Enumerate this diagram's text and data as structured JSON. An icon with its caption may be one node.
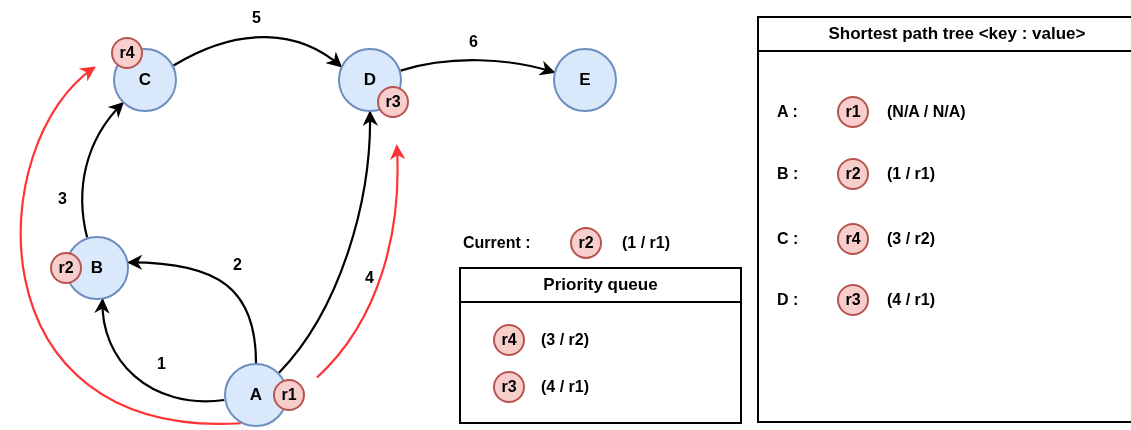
{
  "diagram": {
    "nodes": [
      {
        "text": [
          "C"
        ]
      },
      {
        "text": [
          "r4"
        ]
      },
      {
        "text": [
          "D"
        ]
      },
      {
        "text": [
          "r3"
        ]
      },
      {
        "text": [
          "E"
        ]
      },
      {
        "text": [
          "B"
        ]
      },
      {
        "text": [
          "r2"
        ]
      },
      {
        "text": [
          "A"
        ]
      },
      {
        "text": [
          "r1"
        ]
      },
      {
        "text": [
          "r2"
        ],
        "beside": [
          "(1 / r1)"
        ]
      },
      {
        "text": [
          "Priority queue"
        ]
      },
      {
        "text": [
          "r4"
        ],
        "in": 10,
        "beside": [
          "(3 / r2)"
        ]
      },
      {
        "text": [
          "r3"
        ],
        "in": 10,
        "beside": [
          "(4 / r1)"
        ]
      },
      {
        "text": [
          "Shortest path tree <key : value>"
        ]
      },
      {
        "text": [
          "r1"
        ],
        "in": 13,
        "beside": [
          "(N/A / N/A)"
        ]
      },
      {
        "text": [
          "r2"
        ],
        "in": 13,
        "beside": [
          "(1 / r1)"
        ]
      },
      {
        "text": [
          "r4"
        ],
        "in": 13,
        "beside": [
          "(3 / r2)"
        ]
      },
      {
        "text": [
          "r3"
        ],
        "in": 13,
        "beside": [
          "(4 / r1)"
        ]
      }
    ],
    "edges": [
      {
        "from": 7,
        "to": 5,
        "arrow": "to",
        "label": "1"
      },
      {
        "from": 7,
        "to": 5,
        "arrow": "to",
        "label": "2"
      },
      {
        "from": 5,
        "to": 0,
        "arrow": "to",
        "label": "3"
      },
      {
        "from": 7,
        "to": 2,
        "arrow": "to",
        "label": "4"
      },
      {
        "from": 0,
        "to": 2,
        "arrow": "to",
        "label": "5"
      },
      {
        "from": 2,
        "to": 4,
        "arrow": "to",
        "label": "6"
      },
      {
        "from": 7,
        "to": 0,
        "arrow": "to",
        "color": "#ff3333"
      },
      {
        "from": 8,
        "to": 3,
        "arrow": "to",
        "color": "#ff3333"
      }
    ],
    "labels": [
      "Current :",
      "A :",
      "B :",
      "C :",
      "D :"
    ]
  }
}
